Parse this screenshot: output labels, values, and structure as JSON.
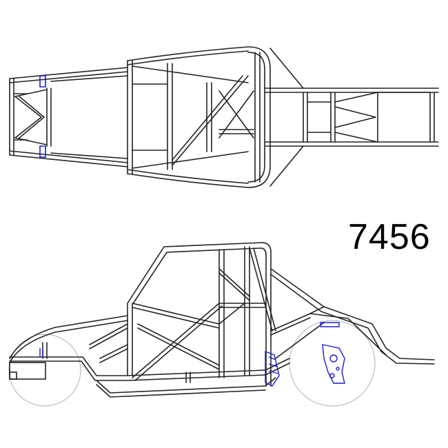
{
  "part_number": "7456",
  "colors": {
    "frame_line": "#222222",
    "accent_blue": "#1a1ad6",
    "wheel_outline": "#bdbdbd",
    "background": "#ffffff"
  },
  "views": {
    "top": "top-plan-view",
    "side": "side-elevation-view"
  }
}
